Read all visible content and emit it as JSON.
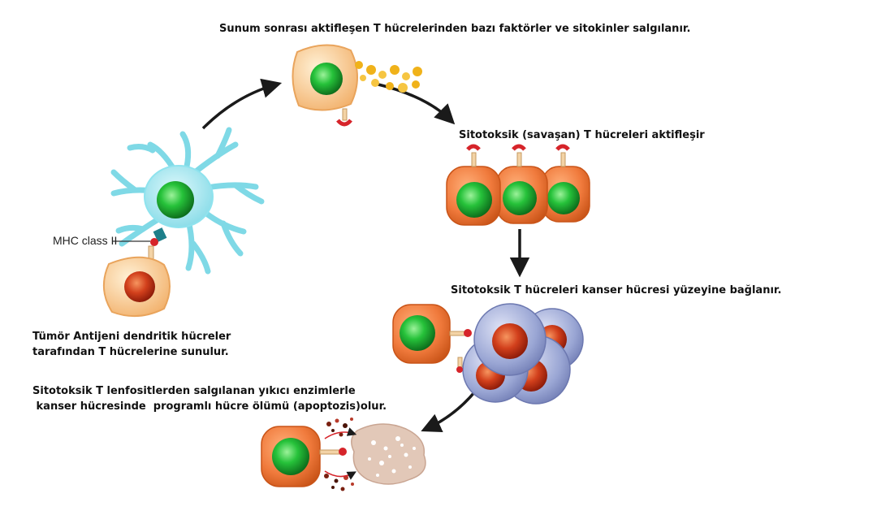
{
  "captions": {
    "top": "Sunum sonrası aktifleşen T hücrelerinden bazı faktörler ve sitokinler salgılanır.",
    "cytotoxic_activate": "Sitotoksik (savaşan) T hücreleri aktifleşir",
    "binds_cancer": "Sitotoksik T hücreleri kanser hücresi yüzeyine bağlanır.",
    "presentation_line1": "Tümör  Antijeni dendritik hücreler",
    "presentation_line2": "tarafından T hücrelerine sunulur.",
    "apoptosis_line1": "Sitotoksik T lenfositlerden salgılanan yıkıcı enzimlerle",
    "apoptosis_line2": " kanser hücresinde  programlı hücre ölümü (apoptozis)olur."
  },
  "labels": {
    "mhc": "MHC class II"
  },
  "colors": {
    "t_cell_body": "#f07a3c",
    "nucleus_green": "#1fb536",
    "dendritic": "#8fe3ee",
    "naive_t_cell": "#f9c48a",
    "naive_nucleus": "#d2401c",
    "cancer_cell": "#9aa6d4",
    "cancer_nucleus": "#d8481c",
    "cytokine": "#f0b21a",
    "receptor": "#d6242a",
    "arrow": "#1a1a1a",
    "dead_cell": "#d9b9a8"
  }
}
